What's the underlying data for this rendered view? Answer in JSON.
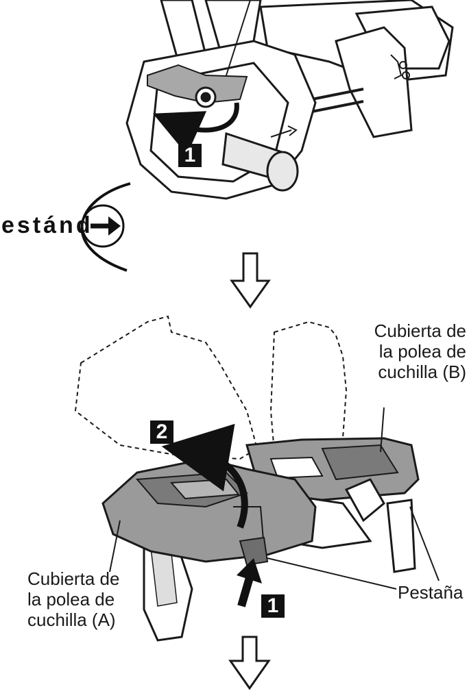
{
  "labels": {
    "cover_b": [
      "Cubierta de",
      "la polea de",
      "cuchilla (B)"
    ],
    "cover_a": [
      "Cubierta de",
      "la polea de",
      "cuchilla (A)"
    ],
    "tab": "Pestaña",
    "standard_partial": "estánd"
  },
  "steps": {
    "top_step": "1",
    "step_lift": "2",
    "step_push": "1"
  },
  "colors": {
    "line": "#1a1a1a",
    "cover_fill": "#9a9a9a",
    "cover_dark": "#6e6e6e",
    "badge": "#111111"
  }
}
